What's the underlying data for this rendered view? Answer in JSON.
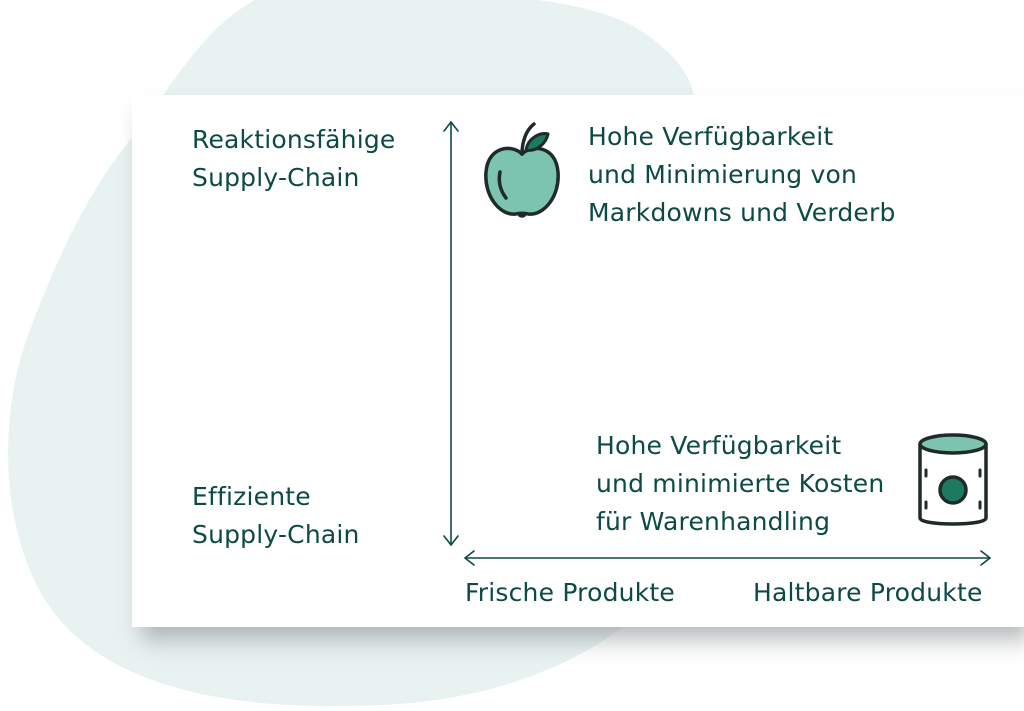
{
  "y_axis": {
    "top_label": [
      "Reaktionsfähige",
      "Supply-Chain"
    ],
    "bottom_label": [
      "Effiziente",
      "Supply-Chain"
    ]
  },
  "x_axis": {
    "left_label": "Frische Produkte",
    "right_label": "Haltbare Produkte"
  },
  "quadrants": {
    "top_text": [
      "Hohe Verfügbarkeit",
      "und Minimierung von",
      "Markdowns und Verderb"
    ],
    "bottom_text": [
      "Hohe Verfügbarkeit",
      "und minimierte Kosten",
      "für Warenhandling"
    ]
  },
  "icons": {
    "top": "apple-icon",
    "bottom": "can-icon"
  },
  "colors": {
    "text": "#0c4a45",
    "accent_green": "#7cc4ad",
    "dark_green": "#1e7a5e",
    "blob": "#e8f2f0",
    "outline": "#1f2a2a"
  }
}
